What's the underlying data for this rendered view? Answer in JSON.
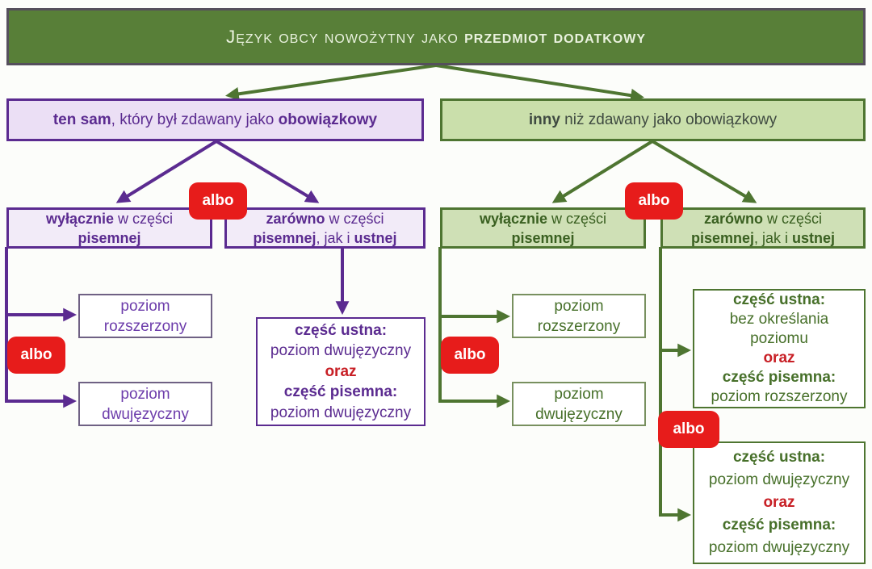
{
  "header": {
    "title_normal": "Język obcy nowożytny jako ",
    "title_bold": "przedmiot dodatkowy"
  },
  "badge_label": "albo",
  "colors": {
    "header_green": "#587f38",
    "branch_green": "#4e7531",
    "branch_purple": "#5b2b90",
    "badge_red": "#e71c1b",
    "conjunction_red": "#c82026"
  },
  "left": {
    "root": {
      "b1": "ten sam",
      "t1": ", który był zdawany jako ",
      "b2": "obowiązkowy"
    },
    "only_written": {
      "b1": "wyłącznie",
      "t1": " w części",
      "b2": "pisemnej"
    },
    "both_parts": {
      "b1": "zarówno",
      "t1": " w części",
      "b2": "pisemnej",
      "t2": ", jak i ",
      "b3": "ustnej"
    },
    "leaf_extended": {
      "l1": "poziom",
      "l2": "rozszerzony"
    },
    "leaf_bilingual": {
      "l1": "poziom",
      "l2": "dwujęzyczny"
    },
    "detail": {
      "h1": "część ustna:",
      "v1": "poziom dwujęzyczny",
      "conj": "oraz",
      "h2": "część pisemna:",
      "v2": "poziom dwujęzyczny"
    }
  },
  "right": {
    "root": {
      "b1": "inny",
      "t1": " niż zdawany jako obowiązkowy"
    },
    "only_written": {
      "b1": "wyłącznie",
      "t1": " w części",
      "b2": "pisemnej"
    },
    "both_parts": {
      "b1": "zarówno",
      "t1": " w części",
      "b2": "pisemnej",
      "t2": ", jak i ",
      "b3": "ustnej"
    },
    "leaf_extended": {
      "l1": "poziom",
      "l2": "rozszerzony"
    },
    "leaf_bilingual": {
      "l1": "poziom",
      "l2": "dwujęzyczny"
    },
    "detail_top": {
      "h1": "część ustna:",
      "v1a": "bez określania",
      "v1b": "poziomu",
      "conj": "oraz",
      "h2": "część pisemna:",
      "v2": "poziom rozszerzony"
    },
    "detail_bottom": {
      "h1": "część ustna:",
      "v1": "poziom dwujęzyczny",
      "conj": "oraz",
      "h2": "część pisemna:",
      "v2": "poziom dwujęzyczny"
    }
  }
}
